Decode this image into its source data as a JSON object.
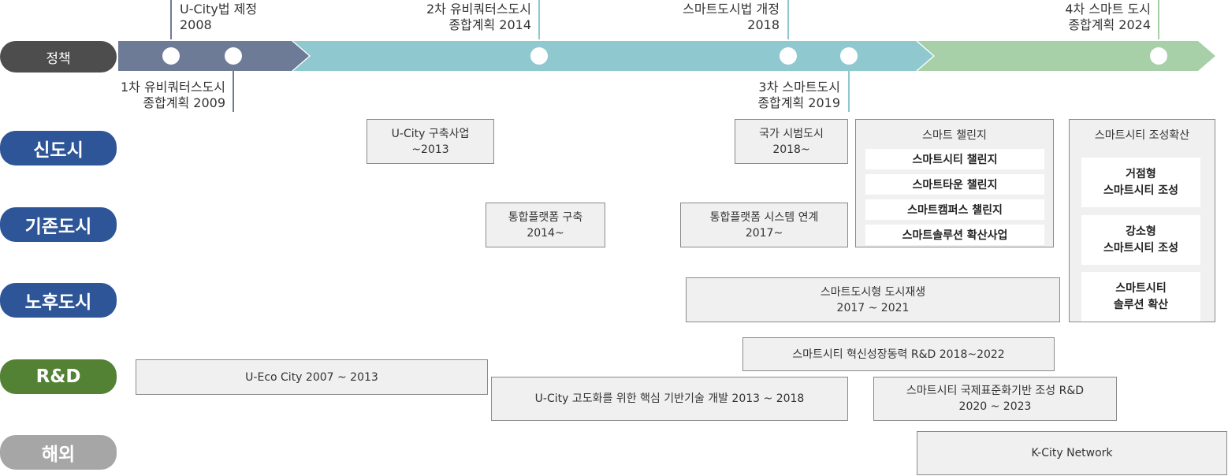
{
  "categories": {
    "policy": "정책",
    "new_city": "신도시",
    "existing_city": "기존도시",
    "aging_city": "노후도시",
    "rnd": "R&D",
    "overseas": "해외"
  },
  "colors": {
    "policy_pill": "#4d4d4d",
    "city_pill": "#2e5597",
    "rnd_pill": "#548235",
    "overseas_pill": "#a6a6a6",
    "phase1": "#6d7b96",
    "phase2": "#8fc9cf",
    "phase3": "#a7cfa8"
  },
  "milestones_top": {
    "ucity_law": {
      "line1": "U-City법 제정",
      "line2": "2008"
    },
    "plan2": {
      "line1": "2차 유비쿼터스도시",
      "line2": "종합계획 2014"
    },
    "smart_law": {
      "line1": "스마트도시법 개정",
      "line2": "2018"
    },
    "plan4": {
      "line1": "4차 스마트 도시",
      "line2": "종합계획 2024"
    }
  },
  "milestones_bottom": {
    "plan1": {
      "line1": "1차 유비쿼터스도시",
      "line2": "종합계획 2009"
    },
    "plan3": {
      "line1": "3차 스마트도시",
      "line2": "종합계획 2019"
    }
  },
  "boxes": {
    "ucity_build": {
      "line1": "U-City 구축사업",
      "line2": "~2013"
    },
    "pilot_city": {
      "line1": "국가 시범도시",
      "line2": "2018~"
    },
    "platform_build": {
      "line1": "통합플랫폼 구축",
      "line2": "2014~"
    },
    "platform_link": {
      "line1": "통합플랫폼 시스템 연계",
      "line2": "2017~"
    },
    "regeneration": {
      "line1": "스마트도시형 도시재생",
      "line2": "2017  ~ 2021"
    },
    "innovation_rnd": {
      "line1": "스마트시티 혁신성장동력 R&D 2018~2022"
    },
    "ueco": {
      "line1": "U-Eco City 2007 ~ 2013"
    },
    "ucity_advanced": {
      "line1": "U-City 고도화를 위한 핵심 기반기술 개발 2013 ~ 2018"
    },
    "standard_rnd": {
      "line1": "스마트시티 국제표준화기반 조성 R&D",
      "line2": "2020 ~ 2023"
    },
    "kcity": {
      "line1": "K-City Network"
    }
  },
  "challenge": {
    "title": "스마트 챌린지",
    "items": [
      "스마트시티 챌린지",
      "스마트타운 챌린지",
      "스마트캠퍼스 챌린지",
      "스마트솔루션 확산사업"
    ]
  },
  "expansion": {
    "title": "스마트시티 조성확산",
    "items": [
      {
        "line1": "거점형",
        "line2": "스마트시티 조성"
      },
      {
        "line1": "강소형",
        "line2": "스마트시티 조성"
      },
      {
        "line1": "스마트시티",
        "line2": "솔루션 확산"
      }
    ]
  }
}
